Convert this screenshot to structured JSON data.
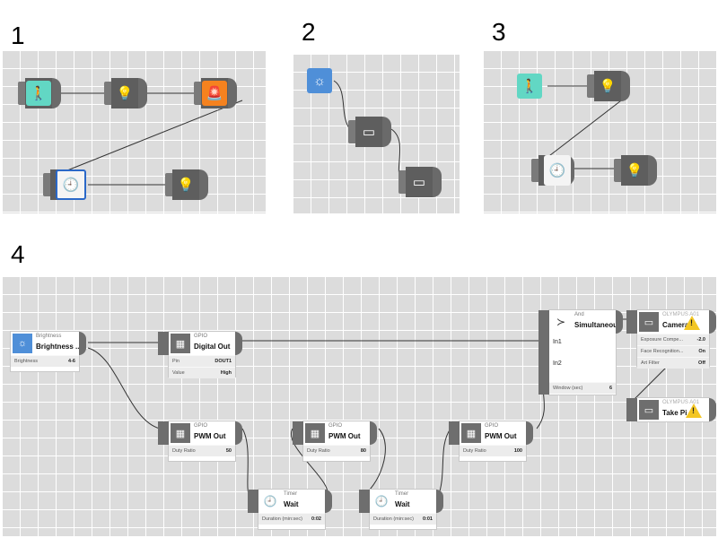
{
  "panels": [
    {
      "number": "1"
    },
    {
      "number": "2"
    },
    {
      "number": "3"
    },
    {
      "number": "4"
    }
  ],
  "icons": {
    "person": "person-motion-sensor-icon",
    "lamp": "color-lamp-icon",
    "alarm": "alarm-light-icon",
    "timer": "timer-icon",
    "brightness": "brightness-sun-icon",
    "camera": "camera-icon",
    "gpio": "gpio-connector-icon",
    "and": "and-merge-icon",
    "warning": "warning-icon"
  },
  "colors": {
    "grid_bg": "#dcdcdc",
    "person": "#62d7c4",
    "brightness": "#4f8fd8",
    "alarm": "#f5821f",
    "selected_border": "#2a68c8",
    "warning": "#f3c623"
  },
  "diagram4": {
    "brightness": {
      "category": "Brightness",
      "title": "Brightness ...",
      "rows": [
        {
          "k": "Brightness",
          "v": "4-6"
        }
      ]
    },
    "gpio_digital": {
      "category": "GPIO",
      "title": "Digital Out",
      "rows": [
        {
          "k": "Pin",
          "v": "DOUT1"
        },
        {
          "k": "Value",
          "v": "High"
        }
      ]
    },
    "and_node": {
      "category": "And",
      "title": "Simultaneous",
      "in1": "In1",
      "in2": "In2",
      "rows": [
        {
          "k": "Window (sec)",
          "v": "6"
        }
      ]
    },
    "camera1": {
      "category": "OLYMPUS A01",
      "title": "Camera",
      "rows": [
        {
          "k": "Exposure Compe...",
          "v": "-2.0"
        },
        {
          "k": "Face Recognition...",
          "v": "On"
        },
        {
          "k": "Art Filter",
          "v": "Off"
        }
      ]
    },
    "camera2": {
      "category": "OLYMPUS A01",
      "title": "Take Pi"
    },
    "pwm1": {
      "category": "GPIO",
      "title": "PWM Out",
      "rows": [
        {
          "k": "Duty Ratio",
          "v": "50"
        }
      ]
    },
    "pwm2": {
      "category": "GPIO",
      "title": "PWM Out",
      "rows": [
        {
          "k": "Duty Ratio",
          "v": "80"
        }
      ]
    },
    "pwm3": {
      "category": "GPIO",
      "title": "PWM Out",
      "rows": [
        {
          "k": "Duty Ratio",
          "v": "100"
        }
      ]
    },
    "timer1": {
      "category": "Timer",
      "title": "Wait",
      "rows": [
        {
          "k": "Duration (min:sec)",
          "v": "0:02"
        }
      ]
    },
    "timer2": {
      "category": "Timer",
      "title": "Wait",
      "rows": [
        {
          "k": "Duration (min:sec)",
          "v": "0:01"
        }
      ]
    }
  }
}
